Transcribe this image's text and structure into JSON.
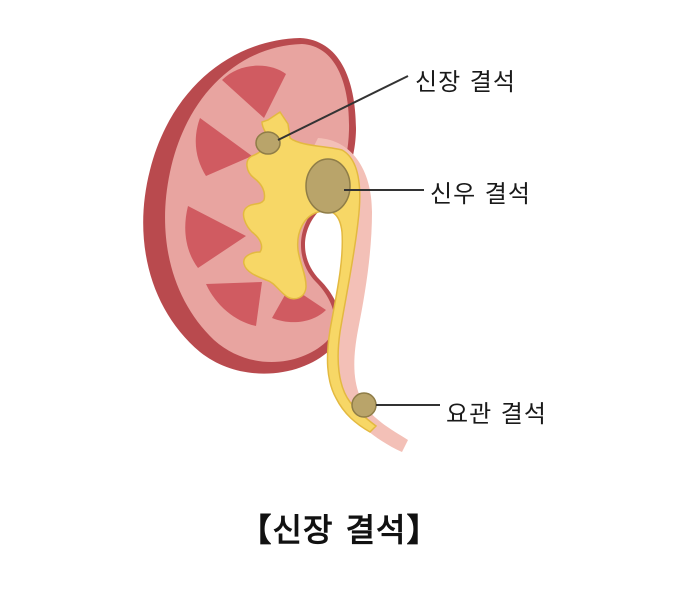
{
  "labels": {
    "kidney_stone": "신장 결석",
    "renal_pelvis_stone": "신우 결석",
    "ureter_stone": "요관 결석"
  },
  "caption": "【신장 결석】",
  "colors": {
    "cortex": "#e8a4a0",
    "capsule_shadow": "#b94a4e",
    "pyramid": "#d05b61",
    "urine": "#f7d766",
    "stone": "#b9a46a",
    "ureter_wall": "#f3c0b7",
    "leader_line": "#333333"
  }
}
